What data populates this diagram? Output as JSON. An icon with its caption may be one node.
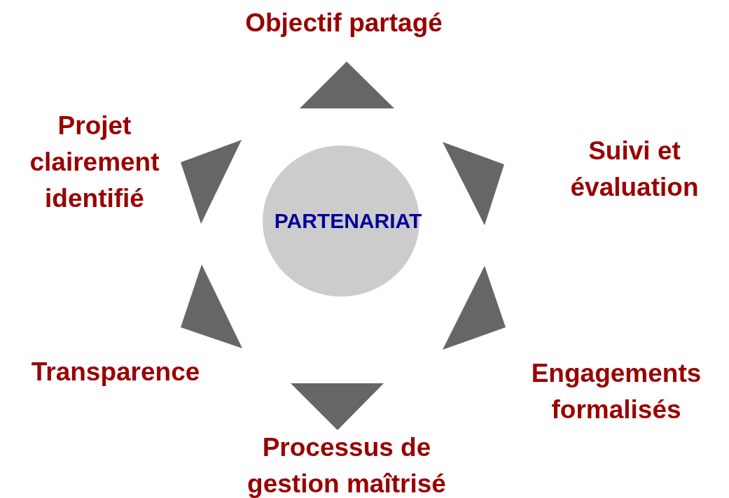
{
  "diagram": {
    "nodes": [
      {
        "text": [
          "PARTENARIAT"
        ]
      }
    ],
    "labels": [
      "Objectif partagé",
      "Projet clairement identifié",
      "Suivi et évaluation",
      "Transparence",
      "Engagements formalisés",
      "Processus de gestion maîtrisé"
    ]
  }
}
